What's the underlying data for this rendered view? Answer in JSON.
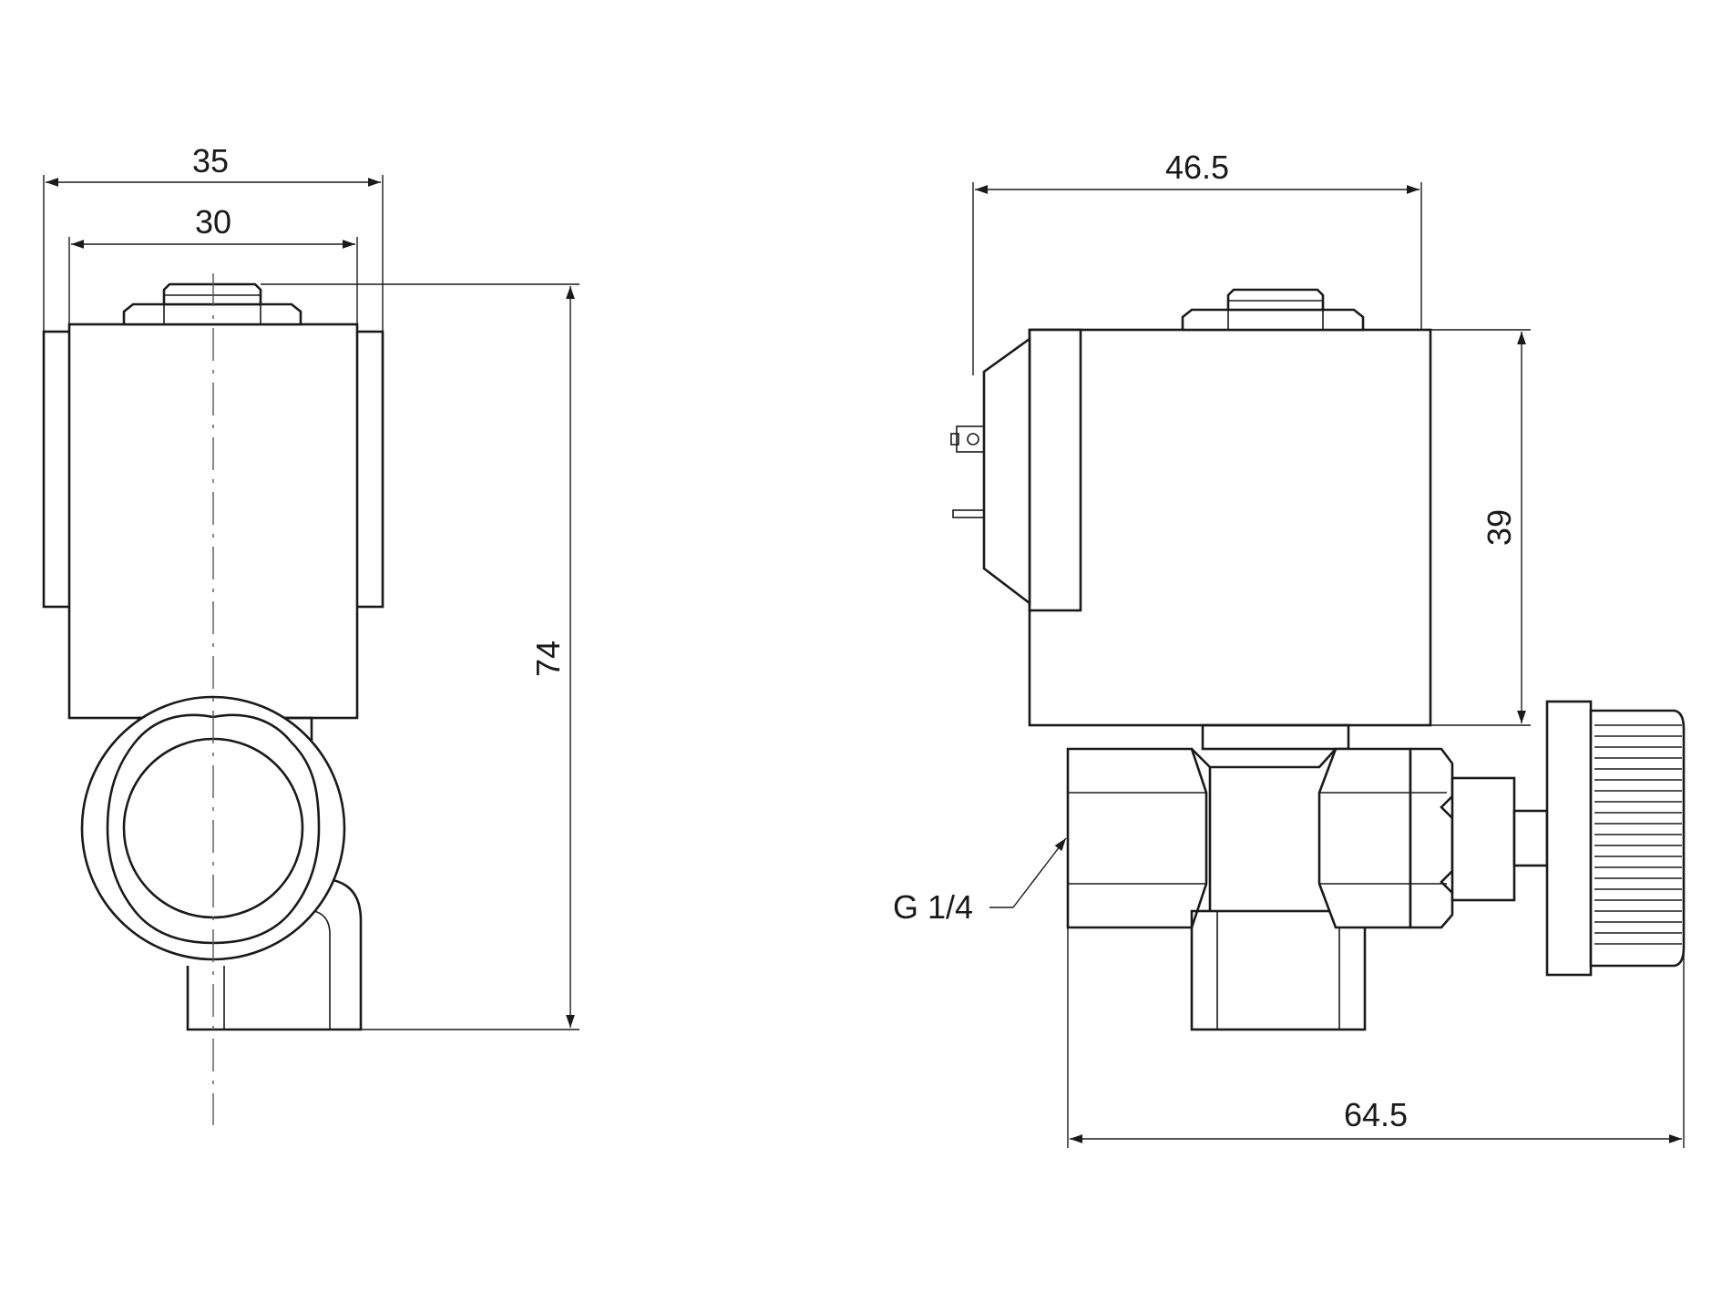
{
  "drawing": {
    "front_view": {
      "dim_outer_width": "35",
      "dim_inner_width": "30",
      "dim_total_height": "74"
    },
    "side_view": {
      "dim_top_width": "46.5",
      "dim_coil_height": "39",
      "dim_total_length": "64.5",
      "thread_label": "G 1/4"
    }
  },
  "colors": {
    "stroke": "#1a1a1a",
    "background": "#ffffff"
  }
}
